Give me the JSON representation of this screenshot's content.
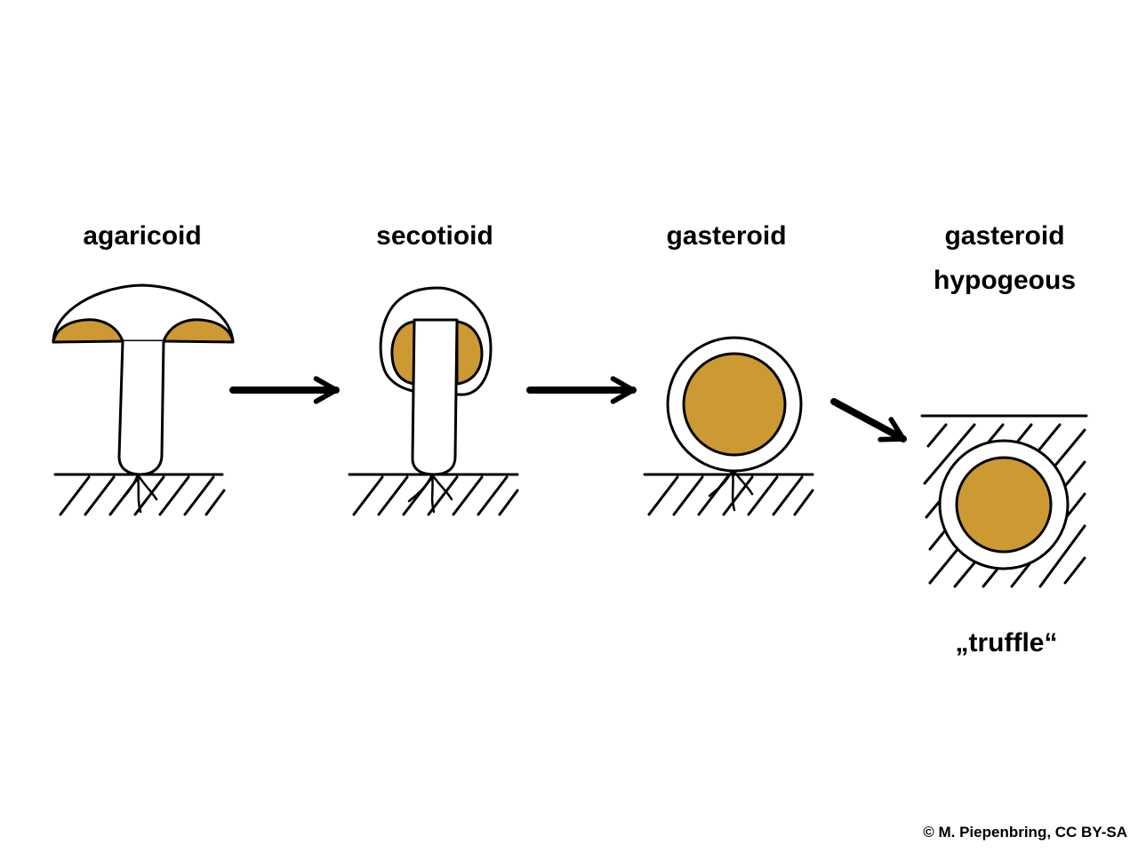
{
  "stages": [
    {
      "label": "agaricoid"
    },
    {
      "label": "secotioid"
    },
    {
      "label": "gasteroid"
    },
    {
      "label": "gasteroid",
      "sublabel": "hypogeous"
    }
  ],
  "caption": "„truffle“",
  "credit": "© M. Piepenbring, CC BY-SA",
  "colors": {
    "hymenium": "#cc9933",
    "outline": "#000000",
    "background": "#ffffff"
  }
}
